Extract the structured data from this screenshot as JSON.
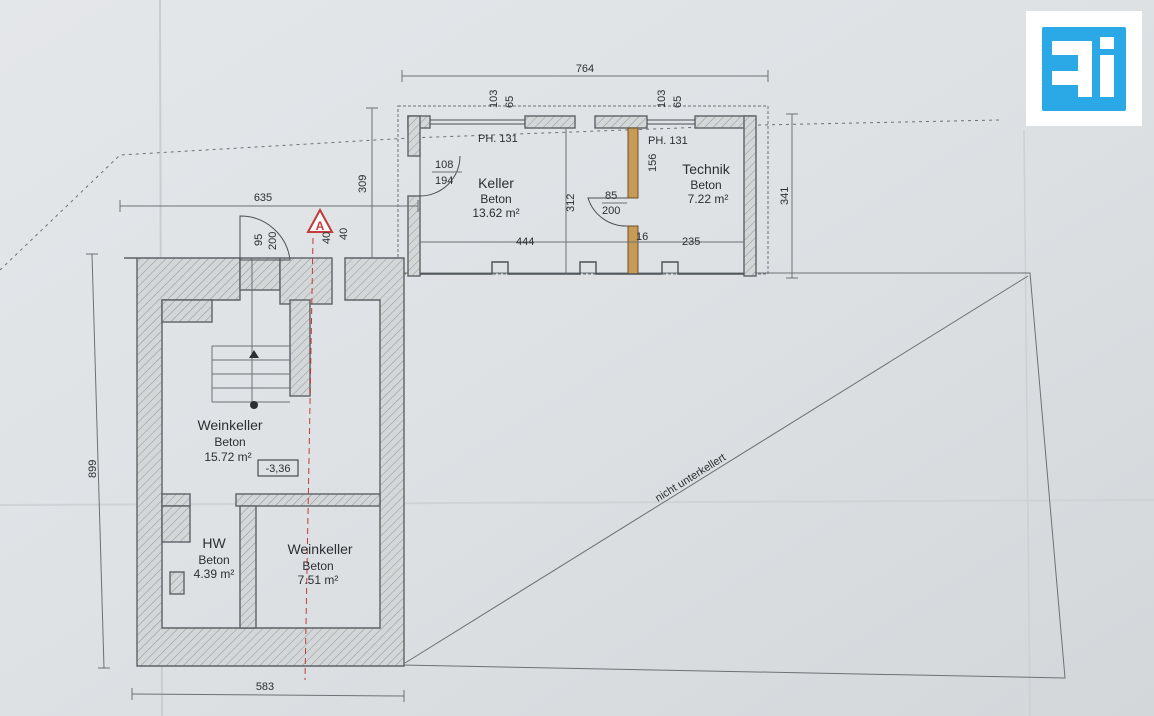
{
  "logo": {
    "icon": "ri-logo-icon",
    "color": "#2aa9e6"
  },
  "rooms": {
    "keller": {
      "name": "Keller",
      "material": "Beton",
      "area": "13.62 m²"
    },
    "technik": {
      "name": "Technik",
      "material": "Beton",
      "area": "7.22 m²"
    },
    "weinkeller1": {
      "name": "Weinkeller",
      "material": "Beton",
      "area": "15.72 m²"
    },
    "hw": {
      "name": "HW",
      "material": "Beton",
      "area": "4.39 m²"
    },
    "weinkeller2": {
      "name": "Weinkeller",
      "material": "Beton",
      "area": "7.51 m²"
    }
  },
  "dimensions": {
    "top_width": "764",
    "window1_h": "103",
    "window1_w": "65",
    "window2_h": "103",
    "window2_w": "65",
    "ph1": "PH. 131",
    "ph2": "PH. 131",
    "door1_w": "108",
    "door1_h": "194",
    "door2_w": "85",
    "door2_h": "200",
    "height_309": "309",
    "height_341": "341",
    "width_635": "635",
    "stair_95": "95",
    "stair_200": "200",
    "section_40a": "40",
    "section_40b": "40",
    "height_312": "312",
    "height_156": "156",
    "dim_444": "444",
    "dim_16": "16",
    "dim_235": "235",
    "height_899": "899",
    "width_583": "583",
    "level": "-3,36"
  },
  "section_marker": "A",
  "annotation": "nicht unterkellert"
}
